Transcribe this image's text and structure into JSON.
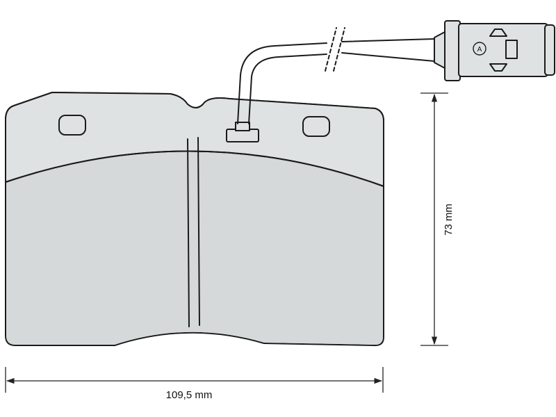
{
  "dimensions": {
    "width_label": "109,5 mm",
    "height_label": "73 mm"
  },
  "connector": {
    "marker_label": "A"
  }
}
